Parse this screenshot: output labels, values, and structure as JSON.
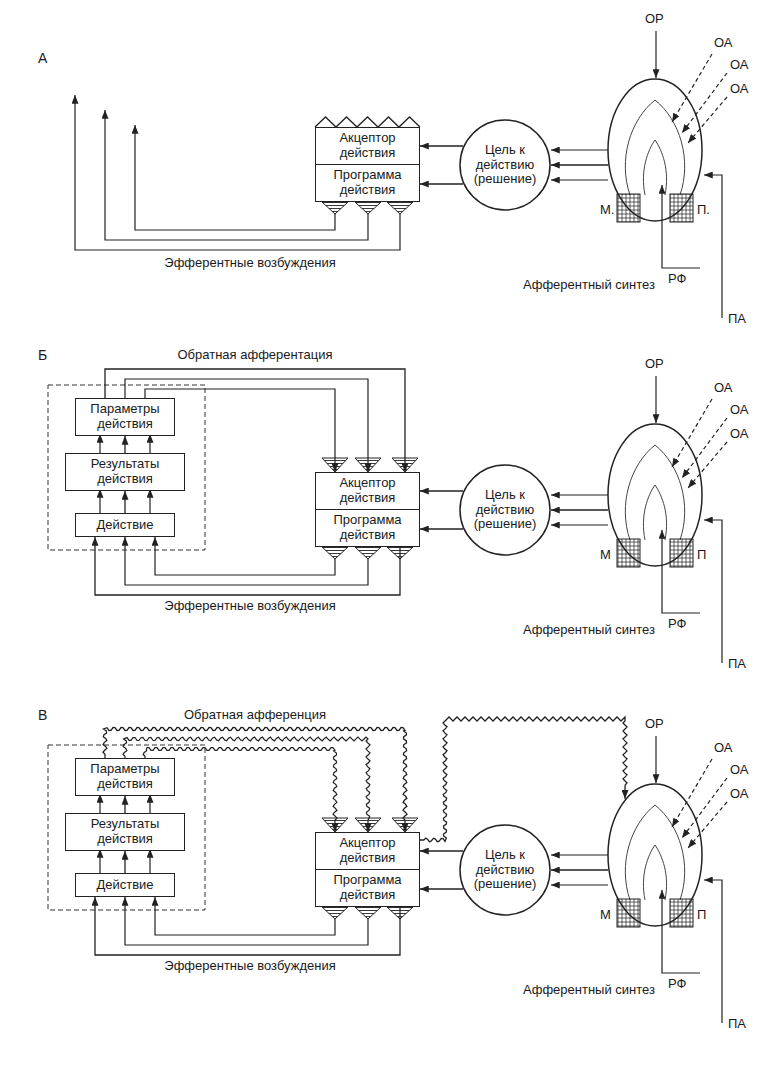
{
  "diagram": {
    "nodes": [
      {
        "text": [
          "Акцептор действия"
        ]
      },
      {
        "text": [
          "Программа действия"
        ]
      },
      {
        "text": [
          "Цель к действию (решение)"
        ]
      },
      {
        "text": [
          "Афферентный синтез"
        ]
      },
      {
        "text": [
          "Параметры действия"
        ]
      },
      {
        "text": [
          "Результаты действия"
        ]
      },
      {
        "text": [
          "Действие"
        ]
      },
      {
        "text": [
          "Акцептор действия"
        ]
      },
      {
        "text": [
          "Программа действия"
        ]
      },
      {
        "text": [
          "Цель к действию (решение)"
        ]
      },
      {
        "text": [
          "Афферентный синтез"
        ]
      },
      {
        "text": [
          "Параметры действия"
        ]
      },
      {
        "text": [
          "Результаты действия"
        ]
      },
      {
        "text": [
          "Действие"
        ]
      },
      {
        "text": [
          "Акцептор действия"
        ]
      },
      {
        "text": [
          "Программа действия"
        ]
      },
      {
        "text": [
          "Цель к действию (решение)"
        ]
      },
      {
        "text": [
          "Афферентный синтез"
        ]
      }
    ],
    "edges": [
      {
        "from": 3,
        "to": 2,
        "arrow": "to"
      },
      {
        "from": 2,
        "to": 0,
        "arrow": "to"
      },
      {
        "from": 2,
        "to": 1,
        "arrow": "to"
      },
      {
        "from": 10,
        "to": 9,
        "arrow": "to"
      },
      {
        "from": 9,
        "to": 7,
        "arrow": "to"
      },
      {
        "from": 9,
        "to": 8,
        "arrow": "to"
      },
      {
        "from": 8,
        "to": 6,
        "label": "Эфферентные возбуждения",
        "arrow": "to"
      },
      {
        "from": 6,
        "to": 5,
        "arrow": "to"
      },
      {
        "from": 5,
        "to": 4,
        "arrow": "to"
      },
      {
        "from": 4,
        "to": 7,
        "label": "Обратная афферентация",
        "arrow": "to"
      },
      {
        "from": 17,
        "to": 16,
        "arrow": "to"
      },
      {
        "from": 16,
        "to": 14,
        "arrow": "to"
      },
      {
        "from": 16,
        "to": 15,
        "arrow": "to"
      },
      {
        "from": 15,
        "to": 13,
        "label": "Эфферентные возбуждения",
        "arrow": "to"
      },
      {
        "from": 13,
        "to": 12,
        "arrow": "to"
      },
      {
        "from": 12,
        "to": 11,
        "arrow": "to"
      },
      {
        "from": 11,
        "to": 14,
        "label": "Обратная афференция",
        "arrow": "to"
      },
      {
        "from": 14,
        "to": 17,
        "arrow": "to"
      }
    ],
    "labels": [
      "А",
      "ОР",
      "ОА",
      "ОА",
      "ОА",
      "М.",
      "П.",
      "РФ",
      "ПА",
      "Эфферентные возбуждения",
      "Б",
      "ОР",
      "ОА",
      "ОА",
      "ОА",
      "М",
      "П",
      "РФ",
      "ПА",
      "В",
      "ОР",
      "ОА",
      "ОА",
      "ОА",
      "М",
      "П",
      "РФ",
      "ПА"
    ]
  }
}
